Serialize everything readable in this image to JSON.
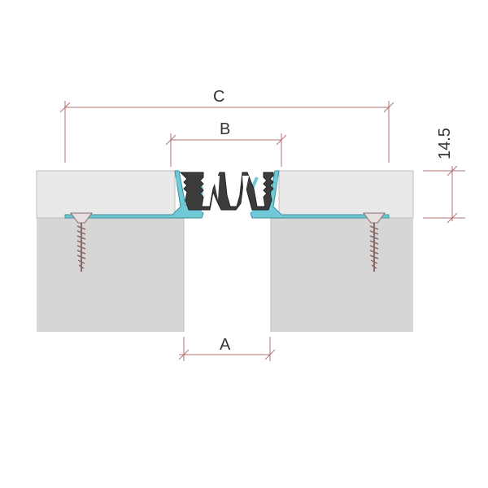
{
  "dimensions": {
    "a_label": "A",
    "b_label": "B",
    "c_label": "C",
    "height_label": "14.5"
  },
  "colors": {
    "substrate": "#d6d6d6",
    "floor_covering": "#e9e9e9",
    "profile_base": "#6fc9d6",
    "rubber_insert": "#3c3c3c",
    "dimension_line": "#b07070",
    "screw": "#b89a9a"
  },
  "icons": {
    "fastener": "screw-icon"
  }
}
